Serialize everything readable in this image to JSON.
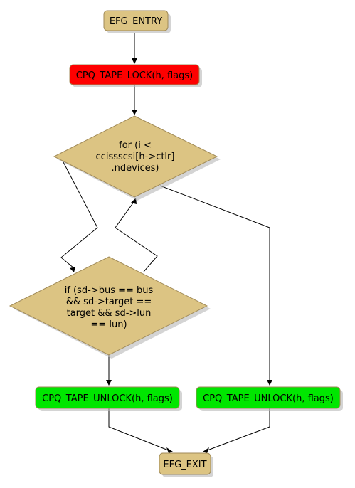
{
  "colors": {
    "default_fill": "#dcc483",
    "lock_fill": "#fe0000",
    "unlock_fill": "#00e600",
    "border": "#a08a58",
    "edge": "#000000"
  },
  "nodes": {
    "entry": {
      "label": "EFG_ENTRY"
    },
    "lock": {
      "label": "CPQ_TAPE_LOCK(h, flags)"
    },
    "for_loop": {
      "lines": [
        "for (i <",
        "ccissscsi[h->ctlr]",
        ".ndevices)"
      ]
    },
    "if_cond": {
      "lines": [
        "if (sd->bus == bus",
        "&& sd->target ==",
        "target && sd->lun",
        "== lun)"
      ]
    },
    "unlock_left": {
      "label": "CPQ_TAPE_UNLOCK(h, flags)"
    },
    "unlock_right": {
      "label": "CPQ_TAPE_UNLOCK(h, flags)"
    },
    "exit": {
      "label": "EFG_EXIT"
    }
  }
}
